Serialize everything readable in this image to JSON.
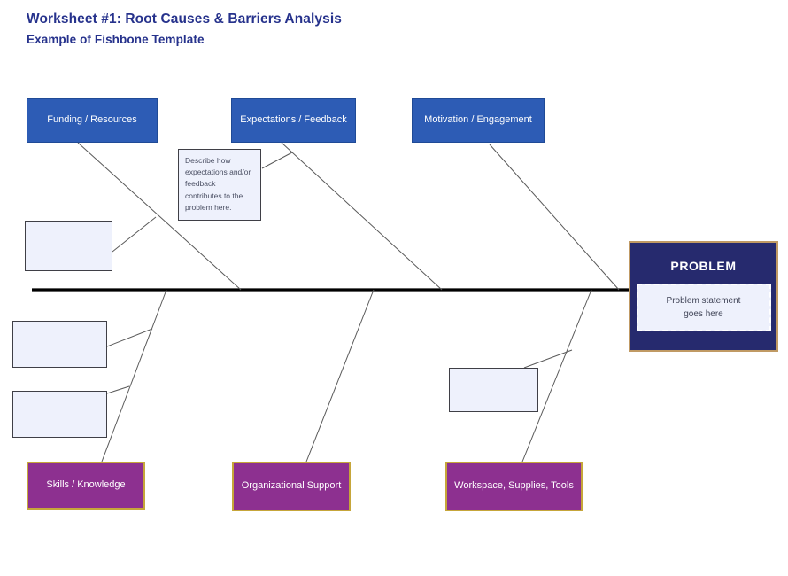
{
  "header": {
    "title": "Worksheet #1: Root Causes & Barriers Analysis",
    "subtitle": "Example of Fishbone Template"
  },
  "colors": {
    "title_text": "#26328c",
    "top_category_fill": "#2d5cb5",
    "top_category_border": "#1f4a96",
    "bottom_category_fill": "#8d3090",
    "bottom_category_border": "#c6a63a",
    "cause_box_fill": "#eef1fc",
    "cause_box_border": "#3f3f46",
    "problem_fill": "#262a6e",
    "problem_border": "#c09a64",
    "spine": "#000000",
    "bone": "#5a5a5a"
  },
  "categories": {
    "top": [
      {
        "label": "Funding / Resources"
      },
      {
        "label": "Expectations / Feedback"
      },
      {
        "label": "Motivation / Engagement"
      }
    ],
    "bottom": [
      {
        "label": "Skills / Knowledge"
      },
      {
        "label": "Organizational Support"
      },
      {
        "label": "Workspace, Supplies, Tools"
      }
    ]
  },
  "note": {
    "lines": [
      "Describe how",
      "expectations and/or",
      "feedback",
      "contributes to the",
      "problem here."
    ]
  },
  "cause_boxes": [
    {
      "id": "funding-cause-1",
      "label": ""
    },
    {
      "id": "skills-cause-1",
      "label": ""
    },
    {
      "id": "skills-cause-2",
      "label": ""
    },
    {
      "id": "workspace-cause-1",
      "label": ""
    }
  ],
  "problem": {
    "title": "PROBLEM",
    "statement_line_1": "Problem statement",
    "statement_line_2": "goes here"
  }
}
